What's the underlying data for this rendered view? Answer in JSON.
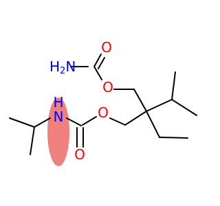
{
  "molecule": {
    "highlight_color": "#f08080",
    "atoms": {
      "carbamate_top_O_carbonyl": {
        "label": "O",
        "color": "#ff0000"
      },
      "carbamate_top_O_ester": {
        "label": "O",
        "color": "#ff0000"
      },
      "carbamate_top_N": {
        "label": "H",
        "sub": "2",
        "tail": "N",
        "color": "#0000ff"
      },
      "carbamate_bottom_NH_H": {
        "label": "H",
        "color": "#0000ff"
      },
      "carbamate_bottom_NH_N": {
        "label": "N",
        "color": "#0000ff"
      },
      "carbamate_bottom_O_ester": {
        "label": "O",
        "color": "#ff0000"
      },
      "carbamate_bottom_O_carbonyl": {
        "label": "O",
        "color": "#ff0000"
      }
    }
  }
}
